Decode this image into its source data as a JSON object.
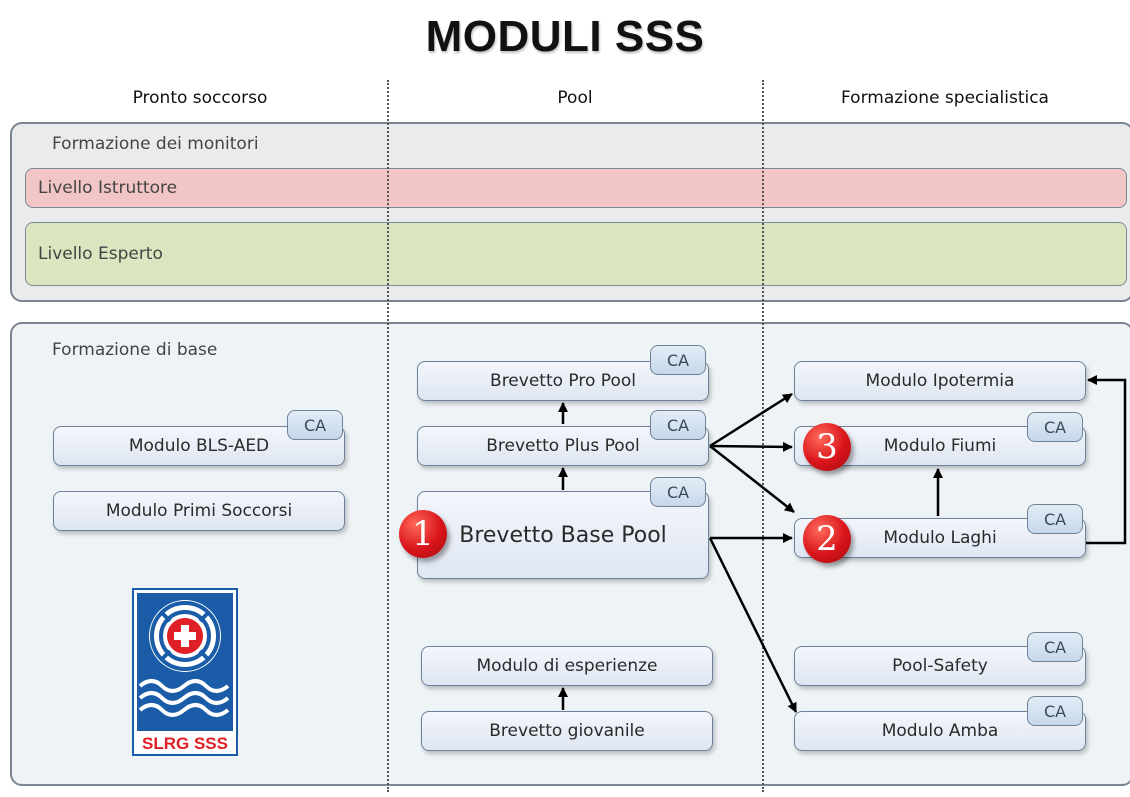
{
  "title": "MODULI SSS",
  "columns": [
    "Pronto soccorso",
    "Pool",
    "Formazione specialistica"
  ],
  "monitor_section": {
    "label": "Formazione dei monitori",
    "levels": [
      "Livello Istruttore",
      "Livello Esperto"
    ]
  },
  "base_section": {
    "label": "Formazione di base",
    "ca_label": "CA",
    "pronto_soccorso": [
      "Modulo BLS-AED",
      "Modulo Primi Soccorsi"
    ],
    "pool": [
      "Brevetto Pro Pool",
      "Brevetto Plus Pool",
      "Brevetto Base Pool",
      "Modulo di esperienze",
      "Brevetto giovanile"
    ],
    "specialistica": [
      "Modulo Ipotermia",
      "Modulo Fiumi",
      "Modulo Laghi",
      "Pool-Safety",
      "Modulo Amba"
    ],
    "badges": [
      "1",
      "2",
      "3"
    ]
  },
  "logo": {
    "text": "SLRG SSS",
    "colors": {
      "blue": "#1a5ca8",
      "red": "#e01e25",
      "white": "#ffffff"
    }
  },
  "colors": {
    "instructor_level": "#f2c6c6",
    "expert_level": "#d9e6bf",
    "monitor_bg": "#ebebeb",
    "base_bg": "#eef3f6",
    "badge_red": "#d9141b"
  }
}
